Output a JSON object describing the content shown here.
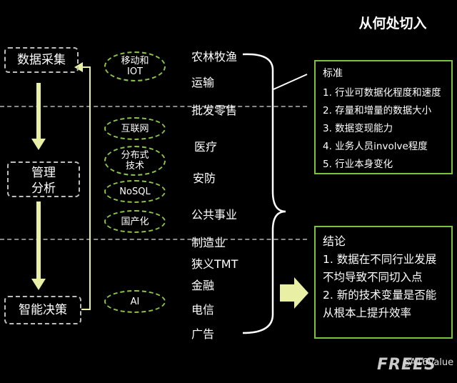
{
  "title": "从何处切入",
  "stages": [
    {
      "label": "数据采集"
    },
    {
      "label_line1": "管理",
      "label_line2": "分析"
    },
    {
      "label": "智能决策"
    }
  ],
  "technologies": [
    {
      "line1": "移动和",
      "line2": "IOT"
    },
    {
      "line1": "互联网"
    },
    {
      "line1": "分布式",
      "line2": "技术"
    },
    {
      "line1": "NoSQL"
    },
    {
      "line1": "国产化"
    },
    {
      "line1": "AI"
    }
  ],
  "industries": [
    "农林牧渔",
    "运输",
    "批发零售",
    "医疗",
    "安防",
    "公共事业",
    "制造业",
    "狭义TMT",
    "金融",
    "电信",
    "广告"
  ],
  "criteria": {
    "title": "标准",
    "items": [
      "1. 行业可数据化程度和速度",
      "2. 存量和增量的数据大小",
      "3. 数据变现能力",
      "4. 业务人员involve程度",
      "5. 行业本身变化"
    ]
  },
  "conclusion": {
    "title": "结论",
    "items": [
      "1. 数据在不同行业发展",
      "不均导致不同切入点",
      "2. 新的技术变量是否能",
      "从根本上提升效率"
    ]
  },
  "watermark": {
    "logo": "FREES",
    "text": "A16Value"
  },
  "colors": {
    "accent_green": "#7cc33a",
    "arrow_fill": "#e9f0a6",
    "dashed_gray": "#888888"
  }
}
